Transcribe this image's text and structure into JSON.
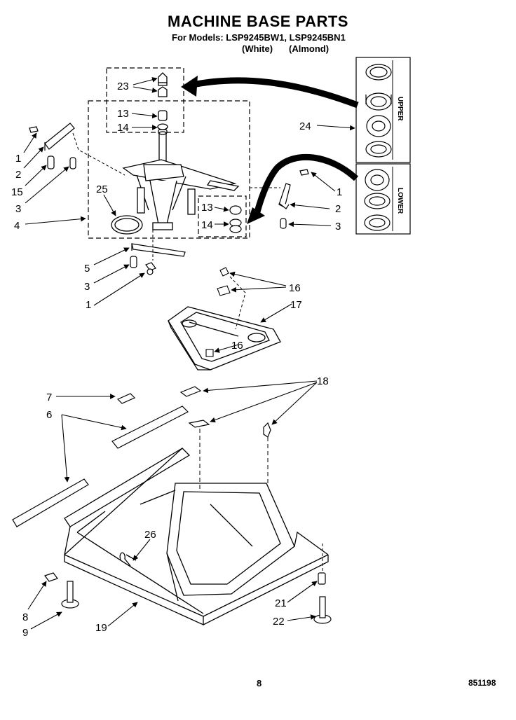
{
  "header": {
    "title": "MACHINE BASE PARTS",
    "models": "For Models: LSP9245BW1, LSP9245BN1",
    "variant_white": "(White)",
    "variant_almond": "(Almond)"
  },
  "side_labels": {
    "upper": "UPPER",
    "lower": "LOWER"
  },
  "callouts": {
    "c23": "23",
    "c13a": "13",
    "c14a": "14",
    "c24": "24",
    "c1a": "1",
    "c2a": "2",
    "c15": "15",
    "c3a": "3",
    "c4": "4",
    "c25": "25",
    "c1b": "1",
    "c2b": "2",
    "c3b": "3",
    "c13b": "13",
    "c14b": "14",
    "c5": "5",
    "c3c": "3",
    "c1c": "1",
    "c16a": "16",
    "c17": "17",
    "c16b": "16",
    "c7": "7",
    "c6": "6",
    "c18": "18",
    "c26": "26",
    "c8": "8",
    "c9": "9",
    "c19": "19",
    "c21": "21",
    "c22": "22"
  },
  "footer": {
    "page": "8",
    "code": "851198"
  }
}
